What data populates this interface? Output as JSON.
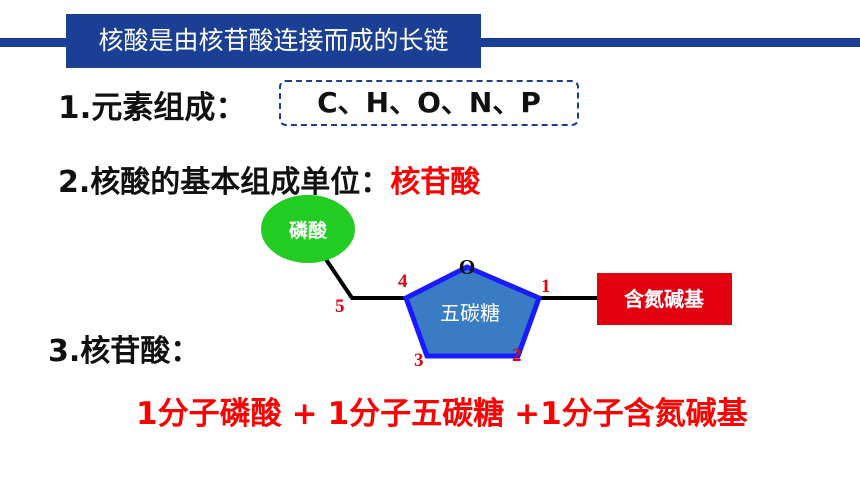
{
  "title": "核酸是由核苷酸连接而成的长链",
  "section1": {
    "label": "1.元素组成：",
    "elements": "C、H、O、N、P"
  },
  "section2": {
    "label": "2.核酸的基本组成单位：",
    "answer": "核苷酸"
  },
  "diagram": {
    "phosphate": "磷酸",
    "sugar": "五碳糖",
    "base": "含氮碱基",
    "oxygen": "O",
    "carbons": {
      "c1": "1",
      "c2": "2",
      "c3": "3",
      "c4": "4",
      "c5": "5"
    },
    "colors": {
      "phosphate": "#22cc22",
      "sugar_fill": "#3a7cc4",
      "sugar_stroke": "#1a1aff",
      "base": "#e3000f",
      "numbers": "#e3000f"
    }
  },
  "section3": {
    "label": "3.核苷酸：",
    "formula": [
      "1分子磷酸",
      "+",
      "1分子五碳糖",
      "+1分子含氮碱基"
    ]
  },
  "colors": {
    "accent": "#1b3f95",
    "highlight": "#ff0000"
  }
}
